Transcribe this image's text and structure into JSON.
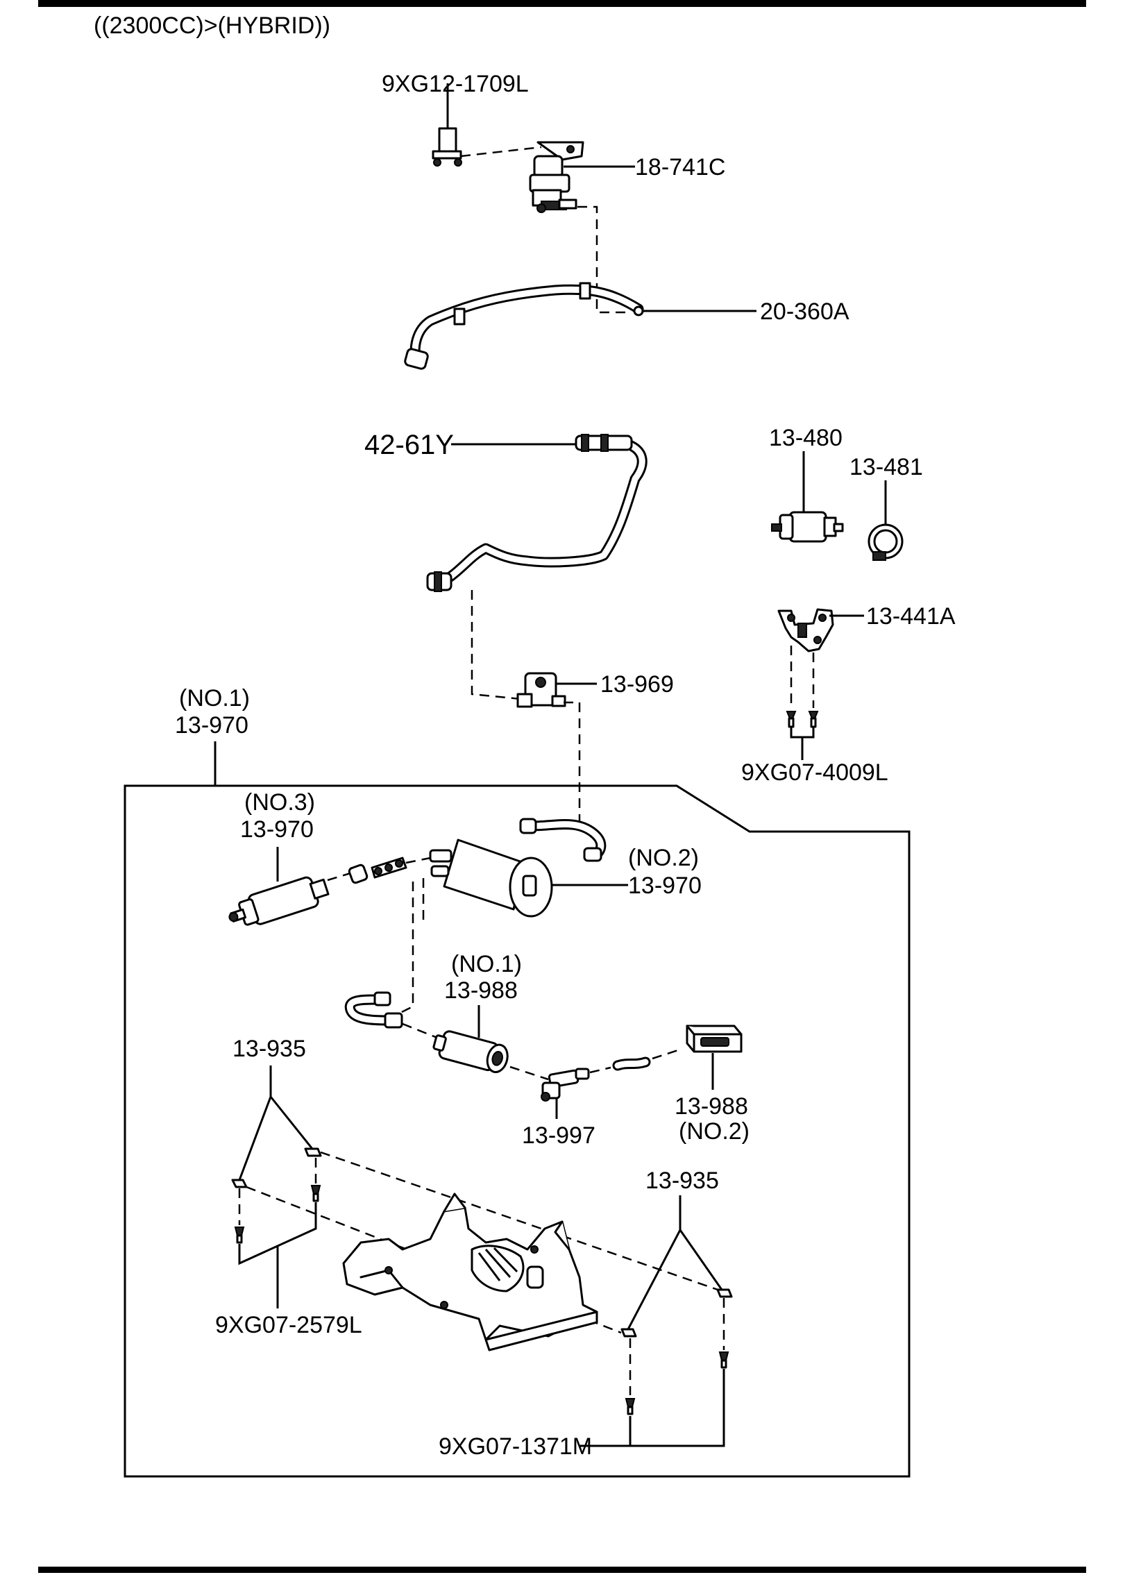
{
  "header": {
    "variant": "((2300CC)>(HYBRID))"
  },
  "labels": {
    "bolt_top": "9XG12-1709L",
    "valve": "18-741C",
    "hose_top": "20-360A",
    "fuel_line": "42-61Y",
    "fuel_filter": "13-480",
    "clip": "13-481",
    "bracket": "13-441A",
    "bolt_bracket": "9XG07-4009L",
    "connector": "13-969",
    "pump_assy_no1_qual": "(NO.1)",
    "pump_assy_no1": "13-970",
    "filter_no3_qual": "(NO.3)",
    "filter_no3": "13-970",
    "canister_no2_qual": "(NO.2)",
    "canister_no2": "13-970",
    "pump_no1_qual": "(NO.1)",
    "pump_no1": "13-988",
    "pump_no2": "13-988",
    "pump_no2_qual": "(NO.2)",
    "fitting": "13-997",
    "nut_left": "13-935",
    "nut_right": "13-935",
    "bolt_left": "9XG07-2579L",
    "bolt_right": "9XG07-1371M"
  }
}
